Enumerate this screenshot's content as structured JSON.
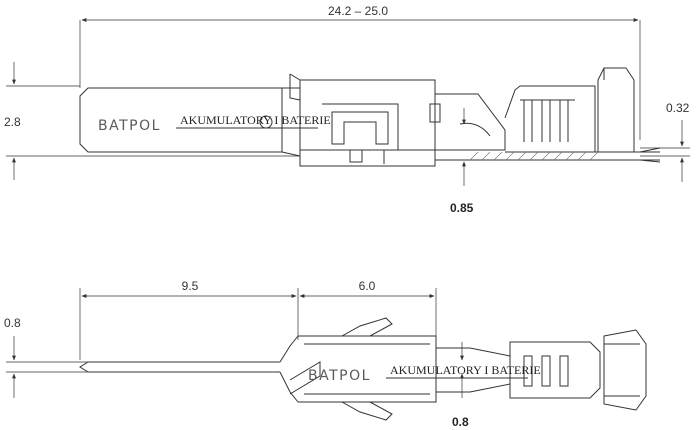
{
  "top_view": {
    "overall_length": "24.2 – 25.0",
    "height_left": "2.8",
    "thickness_right": "0.32",
    "crimp_offset": "0.85"
  },
  "bottom_view": {
    "pin_length": "9.5",
    "body_length": "6.0",
    "pin_thickness": "0.8",
    "bottom_offset": "0.8"
  },
  "watermark": {
    "brand": "BATPOL",
    "tagline": "AKUMULATORY I BATERIE"
  },
  "colors": {
    "line": "#333333",
    "dim": "#444444",
    "hatch": "#555555"
  }
}
